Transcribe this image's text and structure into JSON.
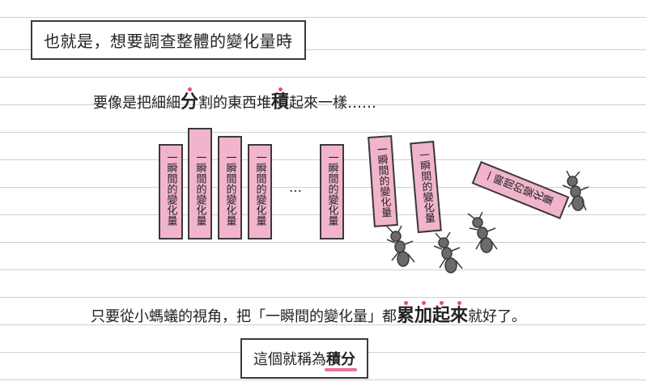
{
  "title": "也就是，想要調查整體的變化量時",
  "line1": {
    "pre": "要像是把細細",
    "big1": "分",
    "mid": "割的東西堆",
    "big2": "積",
    "post": "起來一樣……"
  },
  "card_text": "一瞬間的變化量",
  "ellipsis": "…",
  "bottom": {
    "pre": "只要從小螞蟻的視角，把「一瞬間的變化量」都",
    "b1": "累",
    "b2": "加",
    "b3": "起",
    "b4": "來",
    "post": "就好了。"
  },
  "conclusion": {
    "pre": "這個就稱為",
    "em": "積分"
  },
  "colors": {
    "card_fill": "#f2b4cc",
    "accent_dot": "#e84b86",
    "underline": "#ea6fa0"
  }
}
